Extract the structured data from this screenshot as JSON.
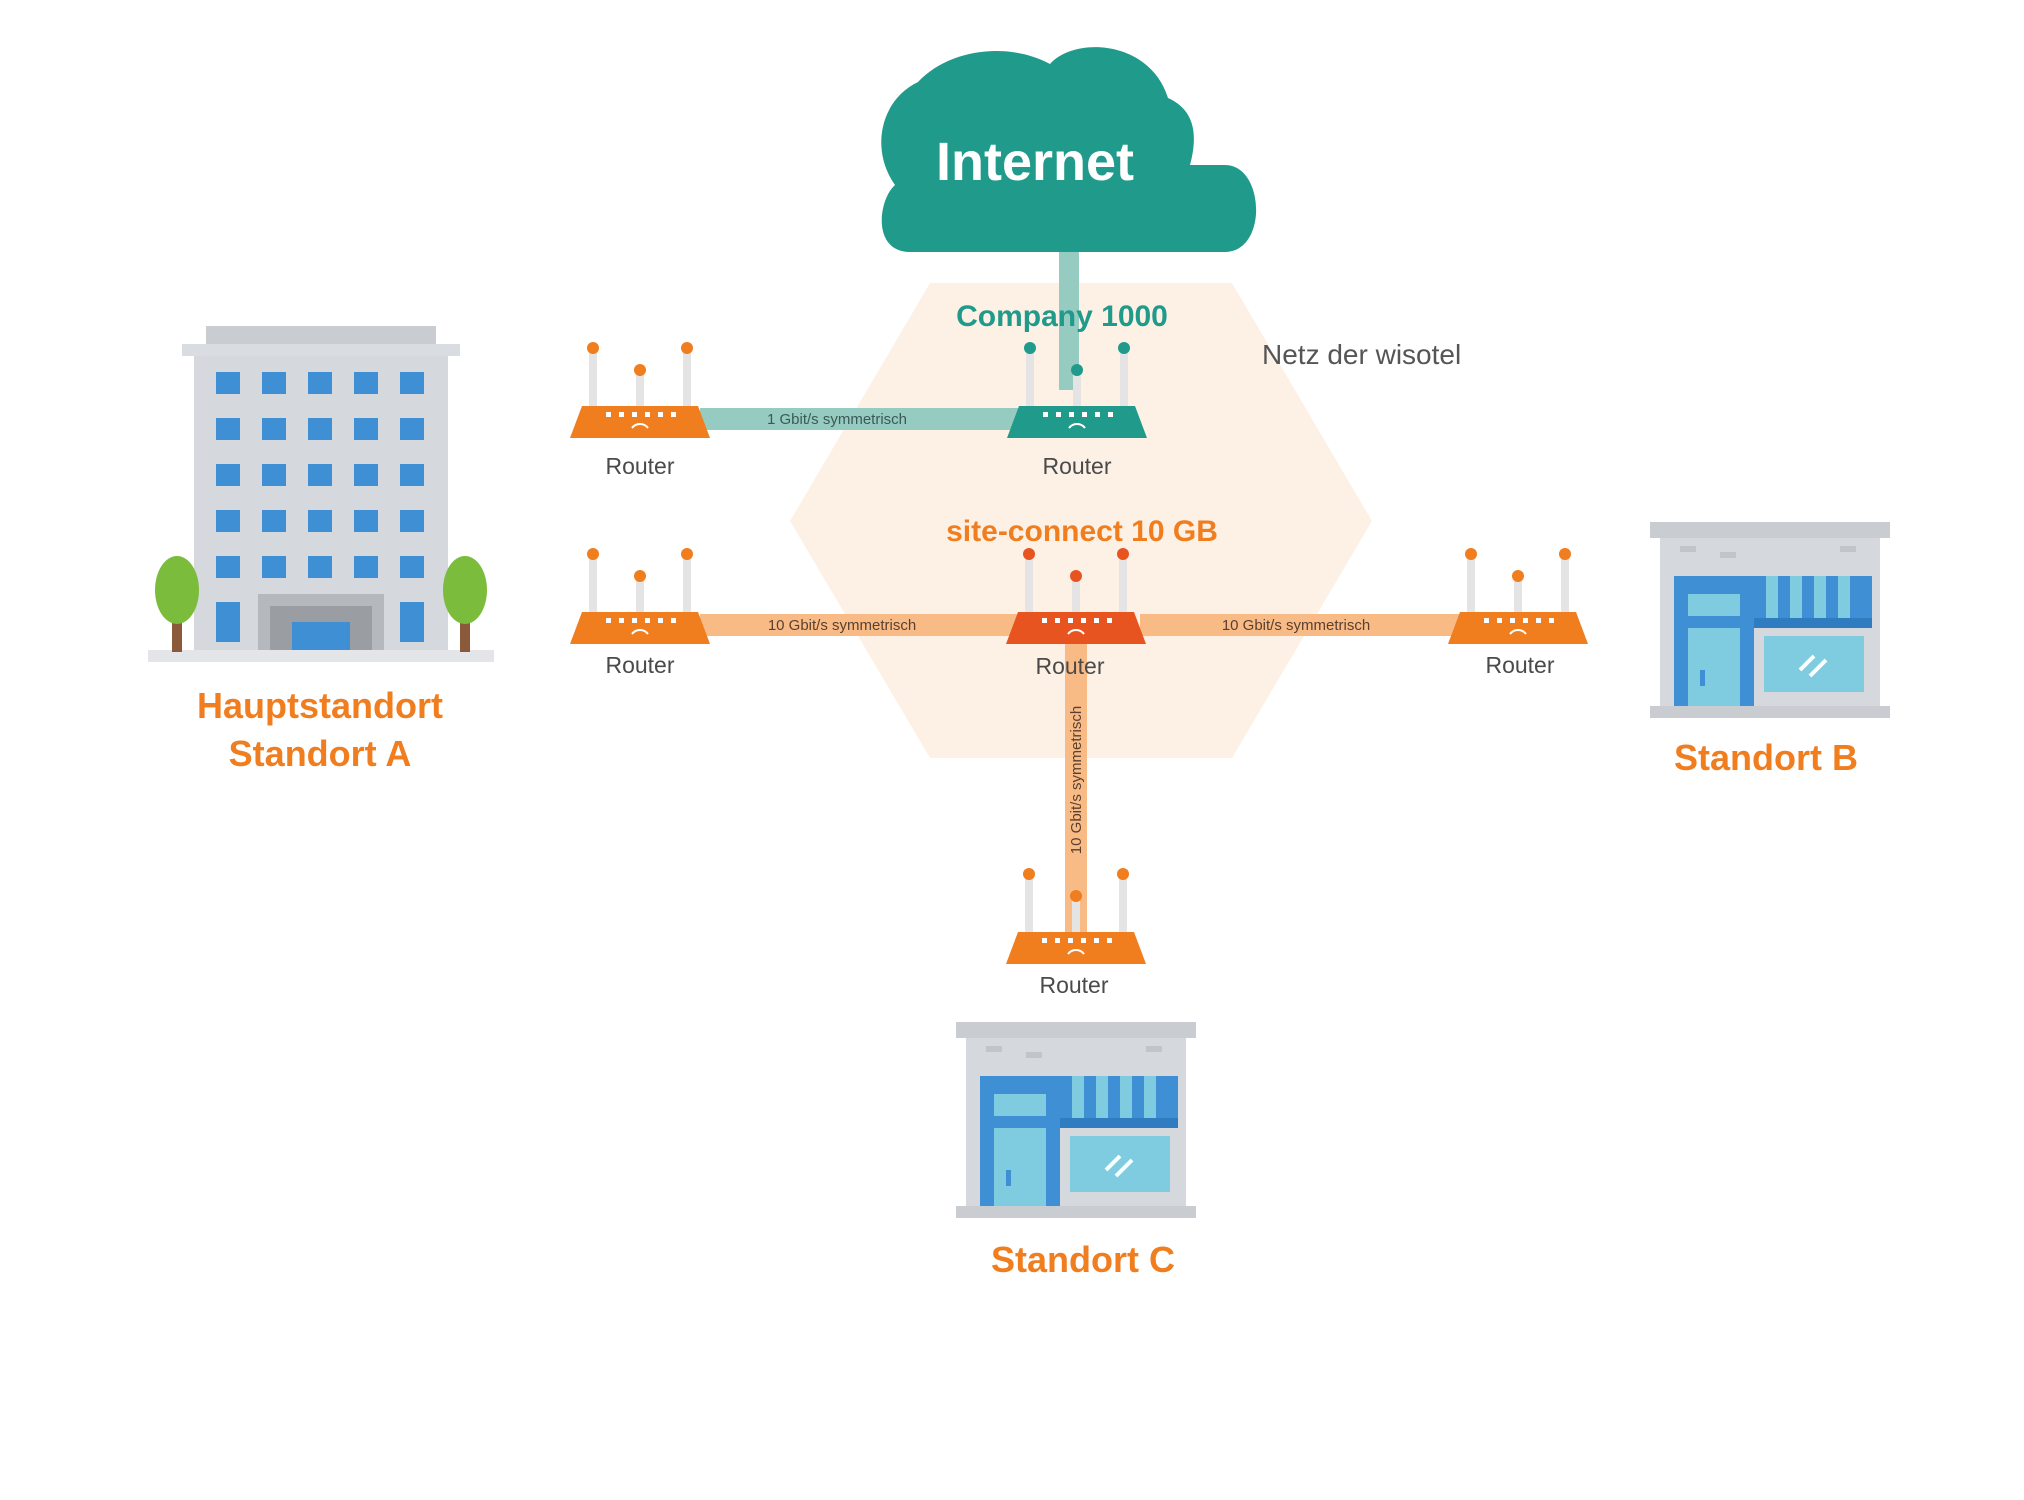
{
  "cloud": {
    "label": "Internet"
  },
  "products": {
    "company": "Company 1000",
    "site_connect": "site-connect 10 GB"
  },
  "network_label": "Netz der wisotel",
  "links": {
    "company_link": "1 Gbit/s symmetrisch",
    "site_a_link": "10 Gbit/s symmetrisch",
    "site_b_link": "10 Gbit/s symmetrisch",
    "site_c_link": "10 Gbit/s symmetrisch"
  },
  "routers": {
    "hq_company": "Router",
    "core_company": "Router",
    "hq_site": "Router",
    "core_site": "Router",
    "site_b": "Router",
    "site_c": "Router"
  },
  "sites": {
    "a_line1": "Hauptstandort",
    "a_line2": "Standort A",
    "b": "Standort B",
    "c": "Standort C"
  },
  "colors": {
    "teal": "#209a8a",
    "teal_light": "#96cbc2",
    "orange": "#f07d1e",
    "orange_light": "#f9bb86",
    "red_orange": "#e85420",
    "hexagon": "#fdf1e6",
    "building_grey": "#d5d9de",
    "window_blue": "#3f8fd5",
    "text_grey": "#4a4a4a"
  }
}
